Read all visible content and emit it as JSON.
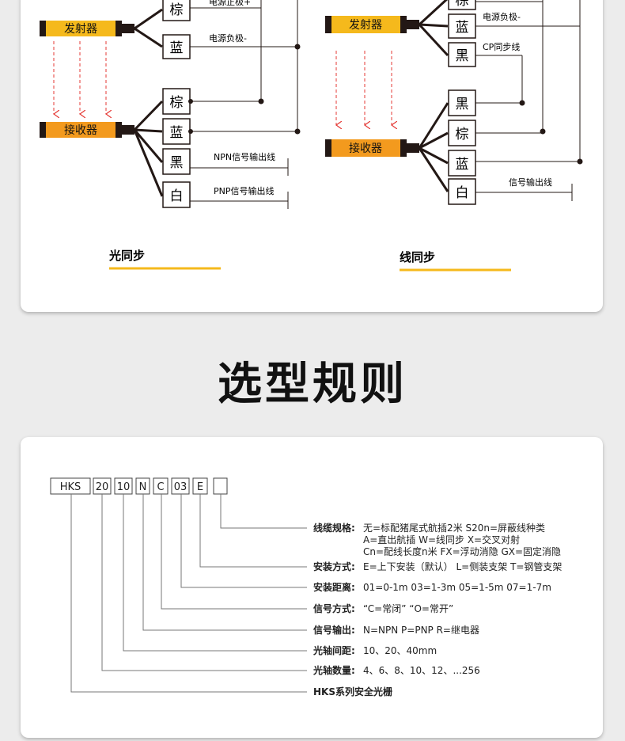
{
  "top": {
    "light_sync": {
      "emitter_label": "发射器",
      "receiver_label": "接收器",
      "emitter_wires": [
        "棕",
        "蓝"
      ],
      "emitter_notes": [
        "电源正极+",
        "电源负极-"
      ],
      "receiver_wires": [
        "棕",
        "蓝",
        "黑",
        "白"
      ],
      "npn_note": "NPN信号输出线",
      "pnp_note": "PNP信号输出线",
      "caption": "光同步"
    },
    "wire_sync": {
      "emitter_label": "发射器",
      "receiver_label": "接收器",
      "emitter_wires": [
        "棕",
        "蓝",
        "黑"
      ],
      "emitter_notes": [
        "电源负极-",
        "CP同步线"
      ],
      "receiver_wires": [
        "黑",
        "棕",
        "蓝",
        "白"
      ],
      "signal_note": "信号输出线",
      "caption": "线同步"
    }
  },
  "heading": "选型规则",
  "model": {
    "boxes": [
      "HKS",
      "20",
      "10",
      "N",
      "C",
      "03",
      "E",
      ""
    ],
    "rows": [
      {
        "label": "线缆规格:",
        "lines": [
          "无=标配猪尾式航插2米  S20n=屏蔽线种类",
          "A=直出航插  W=线同步  X=交叉对射",
          "Cn=配线长度n米  FX=浮动消隐  GX=固定消隐"
        ]
      },
      {
        "label": "安装方式:",
        "lines": [
          "E=上下安装（默认） L=侧装支架  T=钢管支架"
        ]
      },
      {
        "label": "安装距离:",
        "lines": [
          "01=0-1m 03=1-3m 05=1-5m 07=1-7m"
        ]
      },
      {
        "label": "信号方式:",
        "lines": [
          "“C=常闭” “O=常开”"
        ]
      },
      {
        "label": "信号输出:",
        "lines": [
          "N=NPN  P=PNP  R=继电器"
        ]
      },
      {
        "label": "光轴间距:",
        "lines": [
          "10、20、40mm"
        ]
      },
      {
        "label": "光轴数量:",
        "lines": [
          "4、6、8、10、12、...256"
        ]
      },
      {
        "label": "HKS系列安全光栅",
        "lines": []
      }
    ]
  },
  "colors": {
    "emitter": "#f5b91c",
    "receiver": "#f39a1e",
    "underline": "#f5b91c",
    "arrow": "#e53935"
  }
}
